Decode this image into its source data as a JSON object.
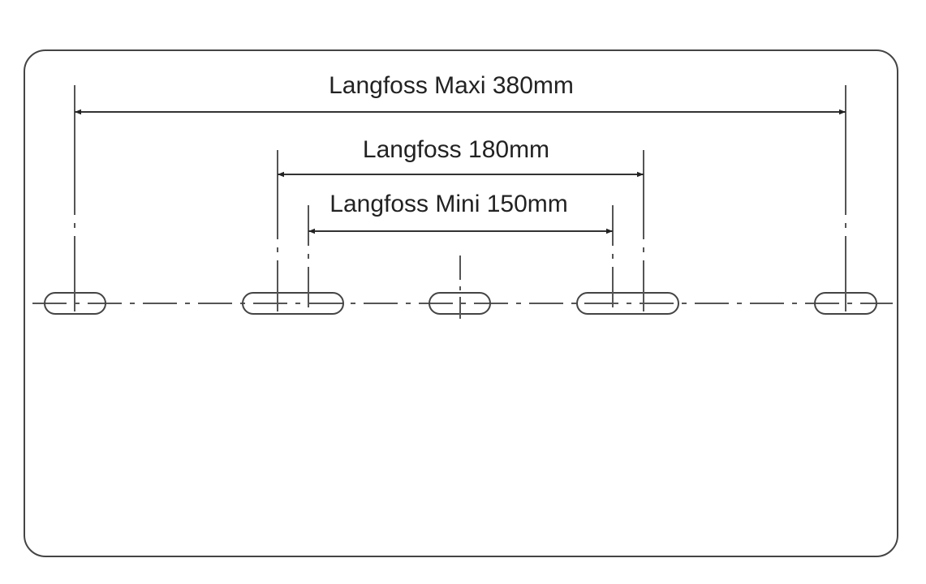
{
  "dimensions": [
    {
      "label": "Langfoss Maxi 380mm",
      "value_mm": 380
    },
    {
      "label": "Langfoss 180mm",
      "value_mm": 180
    },
    {
      "label": "Langfoss Mini 150mm",
      "value_mm": 150
    }
  ],
  "colors": {
    "line": "#333333",
    "text": "#222222",
    "background": "#ffffff"
  }
}
